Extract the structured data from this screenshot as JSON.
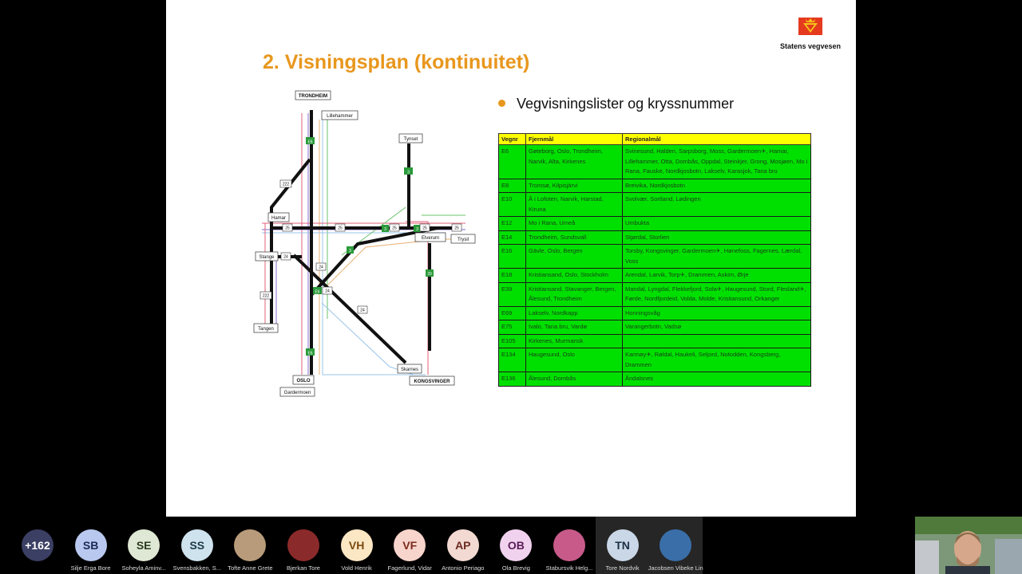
{
  "slide": {
    "logo_text": "Statens vegvesen",
    "title": "2. Visningsplan (kontinuitet)",
    "bullet": "Vegvisningslister og kryssnummer"
  },
  "map_labels": {
    "trondheim": "TRONDHEIM",
    "lillehammer": "Lillehammer",
    "tynset": "Tynset",
    "hamar": "Hamar",
    "elverum": "Elverum",
    "trysil": "Trysil",
    "stange": "Stange",
    "tangen": "Tangen",
    "oslo": "OSLO",
    "gardermoen": "Gardermoen",
    "skarnes": "Skarnes",
    "kongsvinger": "KONGSVINGER",
    "r222a": "222",
    "r222b": "222",
    "r25a": "25",
    "r25b": "25",
    "r25c": "25",
    "r25d": "25",
    "r25e": "25",
    "r24a": "24",
    "r24b": "24",
    "r24c": "24",
    "r24d": "24",
    "e6a": "E6",
    "e6b": "E6",
    "e6c": "E6",
    "r3a": "3",
    "r3b": "3",
    "r3c": "3",
    "r3d": "3",
    "r20": "20"
  },
  "table": {
    "headers": [
      "Vegnr",
      "Fjernmål",
      "Regionalmål"
    ],
    "rows": [
      [
        "E6",
        "Gøteborg, Oslo, Trondheim, Narvik, Alta, Kirkenes",
        "Svinesund, Halden, Sarpsborg, Moss, Gardermoen✈, Hamar, Lillehammer, Otta, Dombås, Oppdal, Steinkjer, Grong, Mosjøen, Mo i Rana, Fauske, Nordkjosbotn, Lakselv, Karasjok, Tana bru"
      ],
      [
        "E8",
        "Tromsø, Kilpisjärvi",
        "Breivika, Nordkjosbotn"
      ],
      [
        "E10",
        "Å i Lofoten, Narvik, Harstad, Kiruna",
        "Svolvær, Sortland, Lødingen"
      ],
      [
        "E12",
        "Mo i Rana, Umeå",
        "Umbukta"
      ],
      [
        "E14",
        "Trondheim, Sundsvall",
        "Stjørdal, Storlien"
      ],
      [
        "E16",
        "Gävle, Oslo, Bergen",
        "Torsby, Kongsvinger, Gardermoen✈, Hønefoss, Fagernes, Lærdal, Voss"
      ],
      [
        "E18",
        "Kristiansand, Oslo, Stockholm",
        "Arendal, Larvik, Torp✈, Drammen, Askim, Ørje"
      ],
      [
        "E39",
        "Kristiansand, Stavanger, Bergen, Ålesund, Trondheim",
        "Mandal, Lyngdal, Flekkefjord, Sola✈, Haugesund, Stord, Flesland✈, Førde, Nordfjordeid, Volda, Molde, Kristiansund, Orkanger"
      ],
      [
        "E69",
        "Lakselv, Nordkapp",
        "Honningsvåg"
      ],
      [
        "E75",
        "Ivalo, Tana bru, Vardø",
        "Varangerbotn, Vadsø"
      ],
      [
        "E105",
        "Kirkenes, Murmansk",
        ""
      ],
      [
        "E134",
        "Haugesund, Oslo",
        "Karmøy✈, Røldal, Haukeli, Seljord, Notodden, Kongsberg, Drammen"
      ],
      [
        "E136",
        "Ålesund, Dombås",
        "Åndalsnes"
      ]
    ]
  },
  "participants": [
    {
      "initials": "+162",
      "name": "",
      "bg": "#3b3f63",
      "fg": "#ffffff"
    },
    {
      "initials": "SB",
      "name": "Silje Erga Bore",
      "bg": "#b8c8ee",
      "fg": "#1b2a55"
    },
    {
      "initials": "SE",
      "name": "Soheyla Aminv...",
      "bg": "#dfe8d4",
      "fg": "#2b3a20"
    },
    {
      "initials": "SS",
      "name": "Svensbakken, S...",
      "bg": "#cfe3ee",
      "fg": "#1c3a4a"
    },
    {
      "initials": "",
      "name": "Tofte Anne Grete",
      "bg": "#b89b7a",
      "fg": "#ffffff"
    },
    {
      "initials": "",
      "name": "Bjerkan Tore",
      "bg": "#8b2a2a",
      "fg": "#ffffff"
    },
    {
      "initials": "VH",
      "name": "Vold Henrik",
      "bg": "#fbe7c4",
      "fg": "#7a4b10"
    },
    {
      "initials": "VF",
      "name": "Fagerlund, Vidar",
      "bg": "#f7d4cc",
      "fg": "#7a2a1a"
    },
    {
      "initials": "AP",
      "name": "Antonio Periago",
      "bg": "#f2d9d2",
      "fg": "#6a2a20"
    },
    {
      "initials": "OB",
      "name": "Ola Brevig",
      "bg": "#f1d2ee",
      "fg": "#5a1c58"
    },
    {
      "initials": "",
      "name": "Stabursvik Helg...",
      "bg": "#c85a8a",
      "fg": "#ffffff"
    },
    {
      "initials": "TN",
      "name": "Tore Nordvik",
      "bg": "#c9d7e6",
      "fg": "#1c2e44"
    },
    {
      "initials": "",
      "name": "Jacobsen Vibeke Lin",
      "bg": "#3a6ea8",
      "fg": "#ffffff"
    }
  ]
}
